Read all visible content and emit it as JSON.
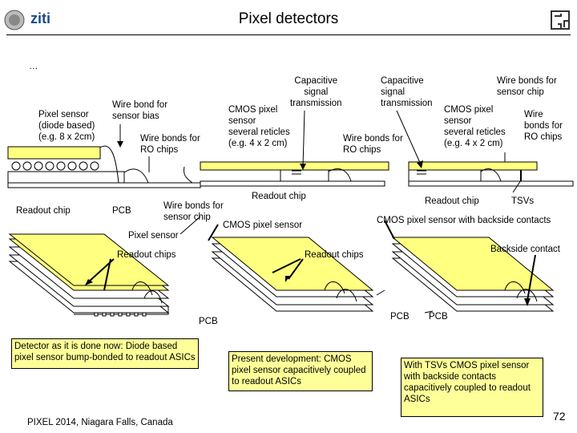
{
  "slide": {
    "title": "Pixel detectors",
    "logo_text": "ziti",
    "ellipsis": "…",
    "footer": "PIXEL 2014, Niagara Falls, Canada",
    "page_number": "72"
  },
  "diagram1": {
    "pixel_sensor": [
      "Pixel sensor",
      "(diode based)",
      "(e.g. 8 x 2cm)"
    ],
    "wire_bond_bias": [
      "Wire bond for",
      "sensor bias"
    ],
    "wire_bonds_ro": [
      "Wire bonds for",
      "RO chips"
    ],
    "readout_chip": "Readout chip",
    "pcb": "PCB",
    "wire_bonds_sensor": [
      "Wire bonds for",
      "sensor chip"
    ]
  },
  "diagram2": {
    "capacitive": [
      "Capacitive",
      "signal",
      "transmission"
    ],
    "cmos_sensor": [
      "CMOS pixel",
      "sensor",
      "several reticles",
      "(e.g. 4 x 2 cm)"
    ],
    "wire_bonds_ro": [
      "Wire bonds for",
      "RO chips"
    ],
    "readout_chip": "Readout chip",
    "cmos_label": "CMOS pixel sensor"
  },
  "diagram3": {
    "capacitive": [
      "Capacitive",
      "signal",
      "transmission"
    ],
    "wire_bonds_sensor": [
      "Wire bonds for",
      "sensor chip"
    ],
    "cmos_sensor": [
      "CMOS pixel",
      "sensor",
      "several reticles",
      "(e.g. 4 x 2 cm)"
    ],
    "wire_ro": [
      "Wire",
      "bonds for",
      "RO chips"
    ],
    "readout_chip": "Readout chip",
    "tsvs": "TSVs",
    "backside_label": "CMOS pixel sensor with backside contacts"
  },
  "stack1": {
    "pixel_sensor": "Pixel sensor",
    "readout_chips": "Readout chips",
    "pcb": "PCB"
  },
  "stack2": {
    "readout_chips": "Readout chips",
    "pcb": "PCB"
  },
  "stack3": {
    "backside_contact": "Backside contact",
    "pcb": "PCB"
  },
  "notes": {
    "box1": "Detector as it is done now: Diode based pixel sensor bump-bonded to readout ASICs",
    "box2": "Present development: CMOS pixel sensor capacitively coupled to readout ASICs",
    "box3": "With TSVs CMOS pixel sensor with backside contacts capacitively coupled to readout ASICs"
  },
  "colors": {
    "sensor_yellow": "#ffff80",
    "note_yellow": "#ffff99"
  }
}
